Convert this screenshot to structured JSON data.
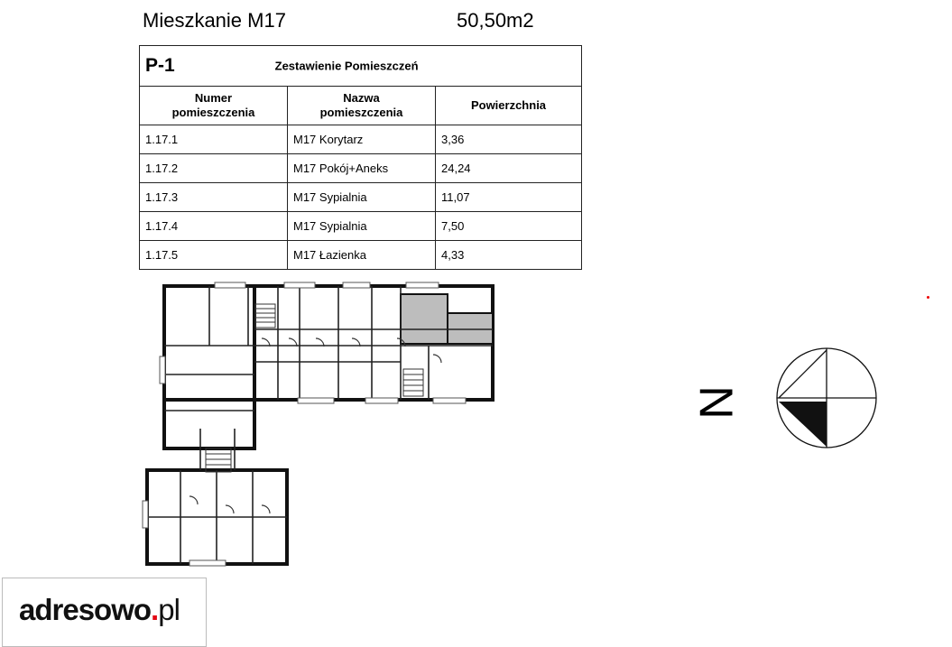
{
  "header": {
    "apartment": "Mieszkanie M17",
    "area": "50,50m2"
  },
  "table": {
    "code": "P-1",
    "title": "Zestawienie Pomieszczeń",
    "columns": {
      "number": [
        "Numer",
        "pomieszczenia"
      ],
      "name": [
        "Nazwa",
        "pomieszczenia"
      ],
      "area": "Powierzchnia"
    },
    "rows": [
      {
        "number": "1.17.1",
        "name": "M17 Korytarz",
        "area": "3,36"
      },
      {
        "number": "1.17.2",
        "name": "M17 Pokój+Aneks",
        "area": "24,24"
      },
      {
        "number": "1.17.3",
        "name": "M17 Sypialnia",
        "area": "11,07"
      },
      {
        "number": "1.17.4",
        "name": "M17 Sypialnia",
        "area": "7,50"
      },
      {
        "number": "1.17.5",
        "name": "M17 Łazienka",
        "area": "4,33"
      }
    ]
  },
  "north_label": "N",
  "logo": {
    "name": "adresowo",
    "dot": ".",
    "tld": "pl"
  },
  "colors": {
    "highlight": "#bdbdbd",
    "logo_accent": "#e30613"
  }
}
